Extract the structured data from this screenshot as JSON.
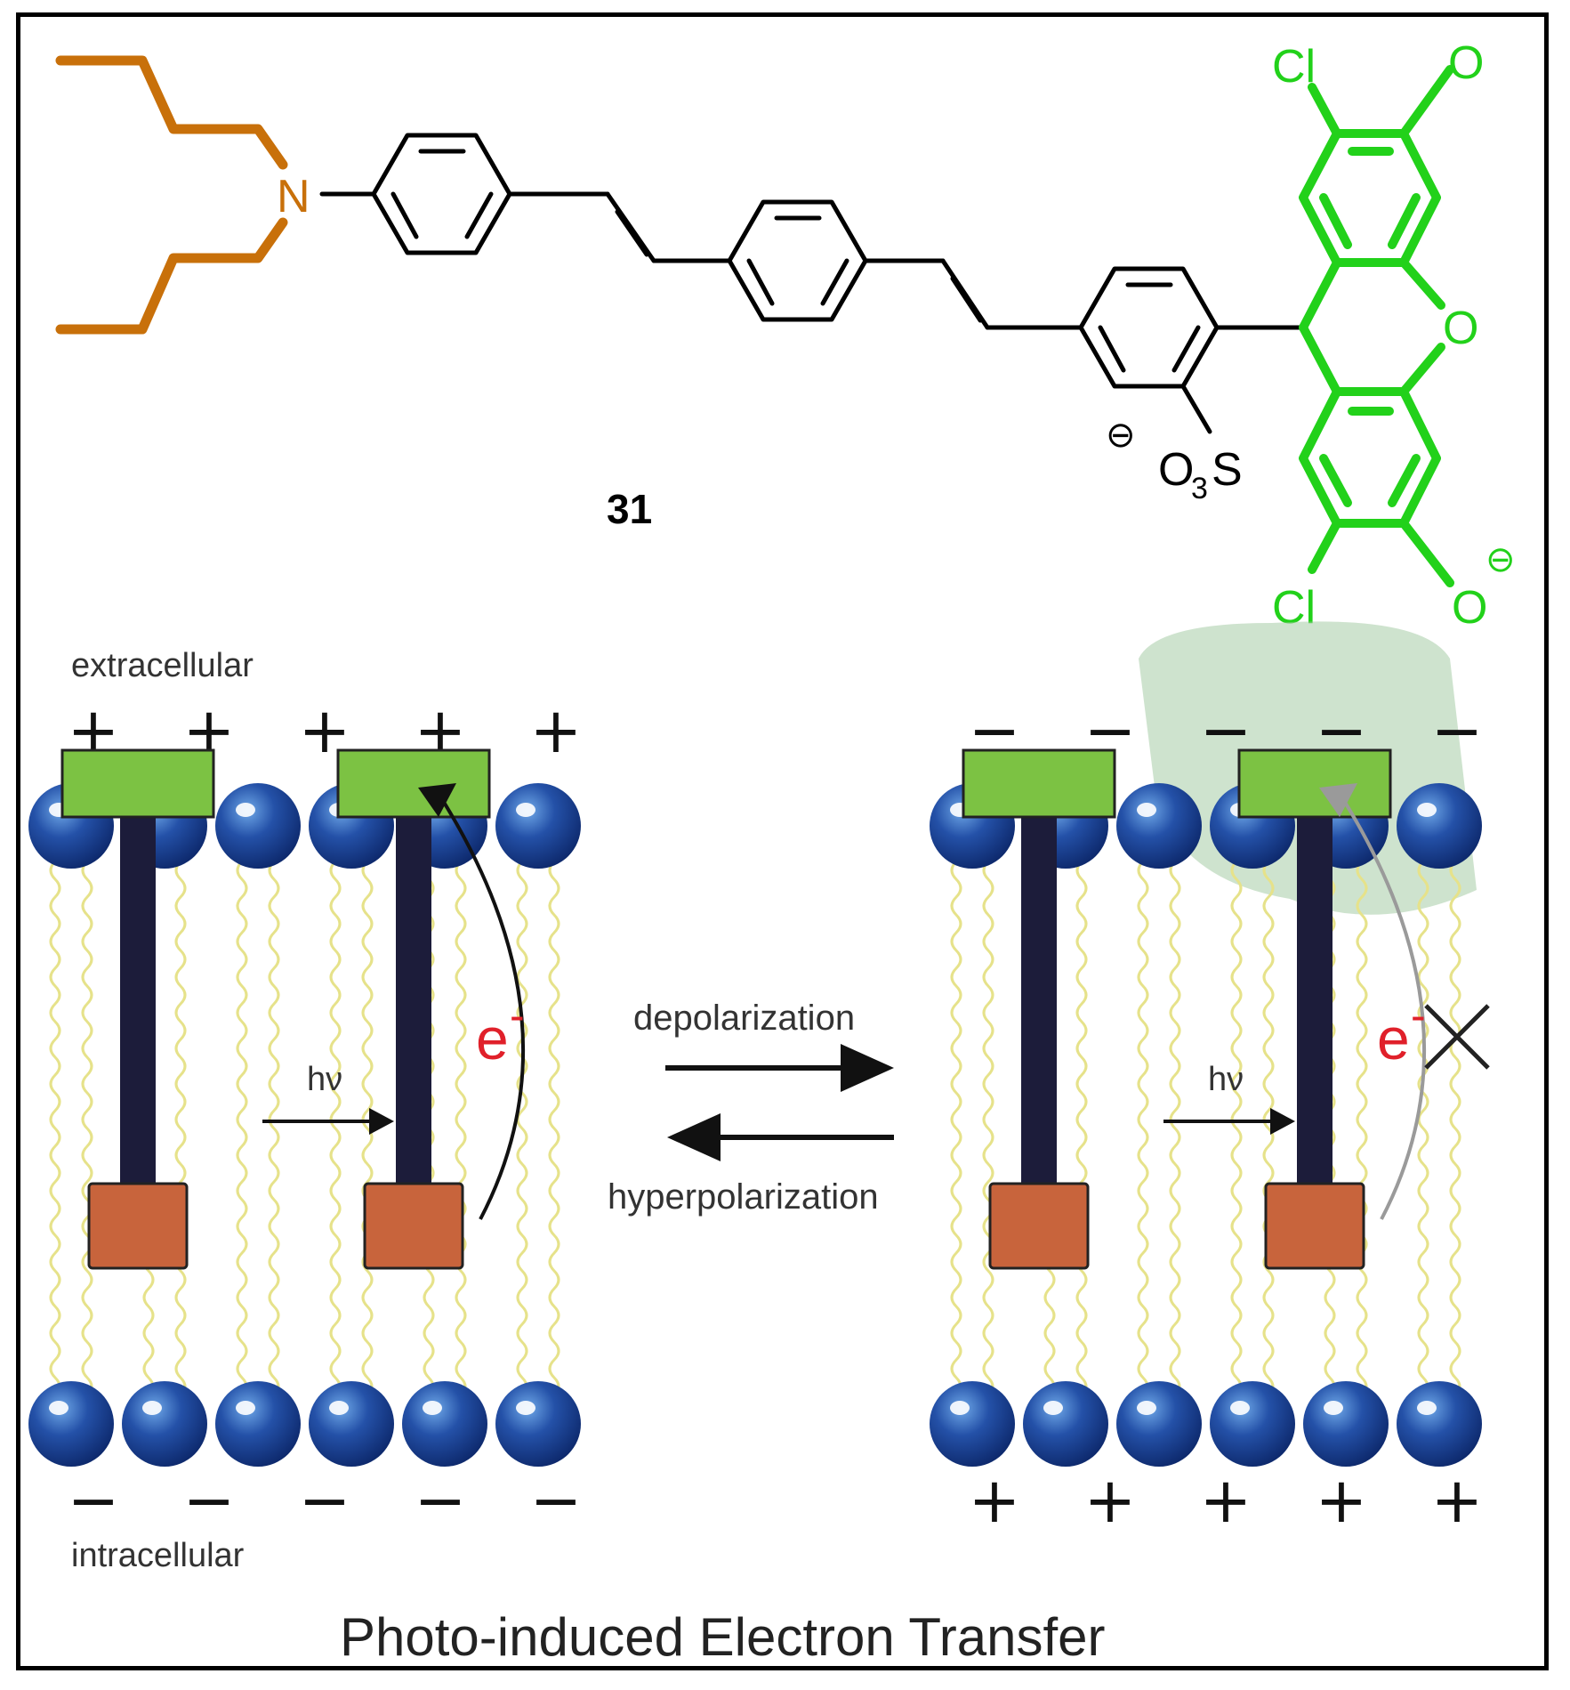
{
  "structure": {
    "compound_number": "31",
    "atoms": {
      "n": "N",
      "cl_top": "Cl",
      "cl_bottom": "Cl",
      "o_keto": "O",
      "o_ring": "O",
      "o_minus": "O",
      "sulfonate_o": "O",
      "sulfonate_sub": "3",
      "sulfonate_s": "S"
    },
    "charges": {
      "minus": "⊖"
    },
    "colors": {
      "amine": "#C8700A",
      "xanthene": "#22D11A",
      "core": "#000000"
    }
  },
  "membrane_diagram": {
    "extracellular_label": "extracellular",
    "intracellular_label": "intracellular",
    "depolarization_label": "depolarization",
    "hyperpolarization_label": "hyperpolarization",
    "light_label": "hν",
    "electron_label": "e",
    "electron_charge": "-",
    "plus_sign": "+",
    "minus_sign": "−",
    "caption": "Photo-induced Electron Transfer",
    "colors": {
      "headgroup": "#1E4FA8",
      "acceptor": "#7CC243",
      "donor": "#C8643C",
      "linker": "#1C1C3A",
      "lipid_tail": "#E6E28A",
      "electron": "#E0202A"
    }
  }
}
